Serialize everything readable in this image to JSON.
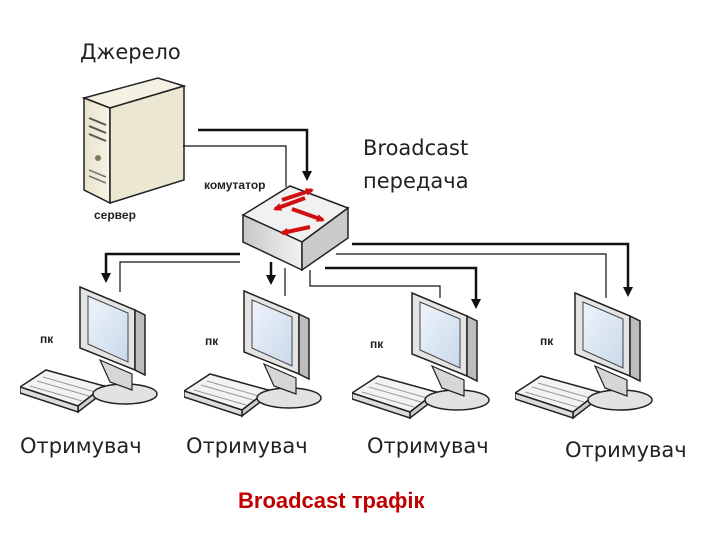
{
  "source_label": "Джерело",
  "server_label": "сервер",
  "switch_label": "комутатор",
  "transmission_label_line1": "Broadcast",
  "transmission_label_line2": "передача",
  "pc_label": "пк",
  "receivers": [
    {
      "label": "Отримувач"
    },
    {
      "label": "Отримувач"
    },
    {
      "label": "Отримувач"
    },
    {
      "label": "Отримувач"
    }
  ],
  "caption": "Broadcast трафік",
  "colors": {
    "caption": "#c00000",
    "switch_arrows": "#d01010",
    "lines": "#111111"
  },
  "icons": [
    "server-icon",
    "switch-icon",
    "computer-icon",
    "keyboard-icon"
  ]
}
